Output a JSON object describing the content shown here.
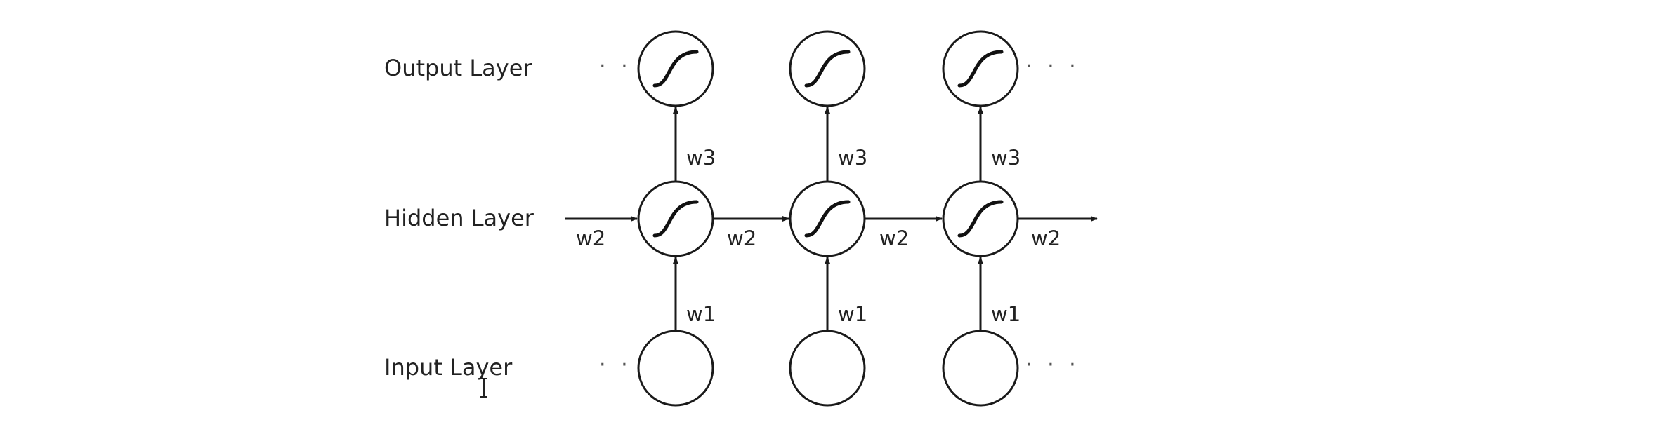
{
  "diagram": {
    "layers": {
      "output": "Output Layer",
      "hidden": "Hidden Layer",
      "input": "Input Layer"
    },
    "weights": {
      "input_to_hidden": "w1",
      "hidden_to_hidden": "w2",
      "hidden_to_output": "w3"
    },
    "ellipsis": "· · ·",
    "colors": {
      "stroke": "#1a1a1a",
      "text": "#222222",
      "background": "#ffffff"
    },
    "node_icons": {
      "output": "sigmoid-icon",
      "hidden": "sigmoid-icon",
      "input": "empty-circle"
    },
    "timesteps": 3
  }
}
